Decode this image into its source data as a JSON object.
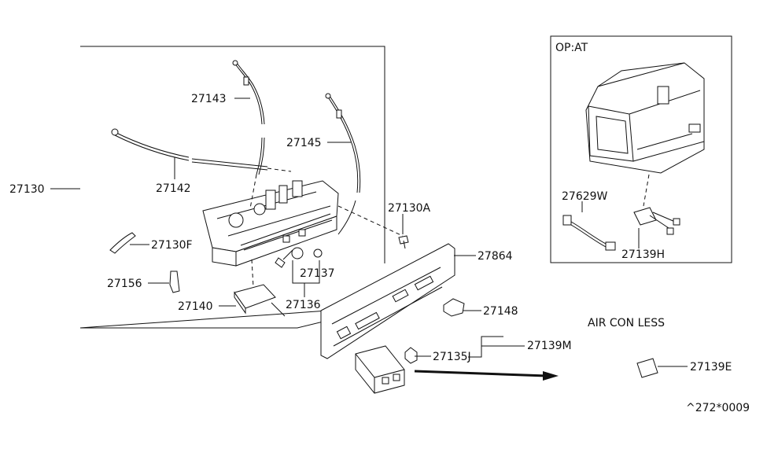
{
  "labels": {
    "p27130": "27130",
    "p27143": "27143",
    "p27145": "27145",
    "p27142": "27142",
    "p27130A": "27130A",
    "p27130F": "27130F",
    "p27864": "27864",
    "p27137": "27137",
    "p27156": "27156",
    "p27140": "27140",
    "p27136": "27136",
    "p27148": "27148",
    "p27139M": "27139M",
    "p27135J": "27135J",
    "p27139E": "27139E",
    "p27629W": "27629W",
    "p27139H": "27139H"
  },
  "inset_box": {
    "title": "OP:AT"
  },
  "note": "AIR CON LESS",
  "catalog_code": "^272*0009"
}
